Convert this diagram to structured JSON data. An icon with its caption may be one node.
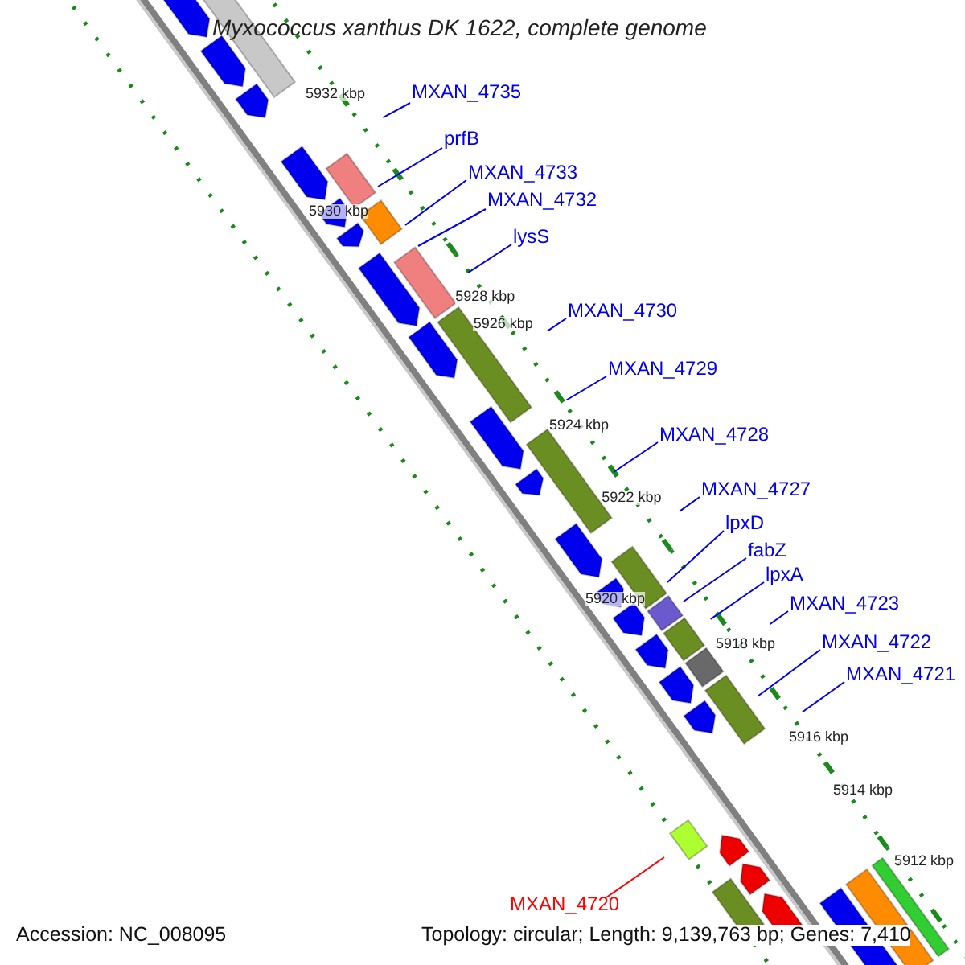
{
  "diagram": {
    "title": "Myxococcus xanthus DK 1622, complete genome",
    "nodes": [
      {
        "text": [
          "MXAN_4735"
        ]
      },
      {
        "text": [
          "prfB"
        ]
      },
      {
        "text": [
          "MXAN_4733"
        ]
      },
      {
        "text": [
          "MXAN_4732"
        ]
      },
      {
        "text": [
          "lysS"
        ]
      },
      {
        "text": [
          "MXAN_4730"
        ]
      },
      {
        "text": [
          "MXAN_4729"
        ]
      },
      {
        "text": [
          "MXAN_4728"
        ]
      },
      {
        "text": [
          "MXAN_4727"
        ]
      },
      {
        "text": [
          "lpxD"
        ]
      },
      {
        "text": [
          "fabZ"
        ]
      },
      {
        "text": [
          "lpxA"
        ]
      },
      {
        "text": [
          "MXAN_4723"
        ]
      },
      {
        "text": [
          "MXAN_4722"
        ]
      },
      {
        "text": [
          "MXAN_4721"
        ]
      },
      {
        "text": [
          "MXAN_4720"
        ]
      }
    ],
    "edges": [
      {
        "from": 0,
        "to": null,
        "arrow": "none"
      },
      {
        "from": 1,
        "to": null,
        "arrow": "none"
      },
      {
        "from": 2,
        "to": null,
        "arrow": "none"
      },
      {
        "from": 3,
        "to": null,
        "arrow": "none"
      },
      {
        "from": 4,
        "to": null,
        "arrow": "none"
      },
      {
        "from": 5,
        "to": null,
        "arrow": "none"
      },
      {
        "from": 6,
        "to": null,
        "arrow": "none"
      },
      {
        "from": 7,
        "to": null,
        "arrow": "none"
      },
      {
        "from": 8,
        "to": null,
        "arrow": "none"
      },
      {
        "from": 9,
        "to": null,
        "arrow": "none"
      },
      {
        "from": 10,
        "to": null,
        "arrow": "none"
      },
      {
        "from": 11,
        "to": null,
        "arrow": "none"
      },
      {
        "from": 12,
        "to": null,
        "arrow": "none"
      },
      {
        "from": 13,
        "to": null,
        "arrow": "none"
      },
      {
        "from": 14,
        "to": null,
        "arrow": "none"
      },
      {
        "from": 15,
        "to": null,
        "arrow": "none",
        "color": "#ff0000"
      }
    ],
    "labels": [
      "5932 kbp",
      "5930 kbp",
      "5928 kbp",
      "5926 kbp",
      "5924 kbp",
      "5922 kbp",
      "5920 kbp",
      "5918 kbp",
      "5916 kbp",
      "5914 kbp",
      "5912 kbp",
      "Accession: NC_008095",
      "Topology: circular; Length: 9,139,763 bp; Genes: 7,410"
    ]
  }
}
